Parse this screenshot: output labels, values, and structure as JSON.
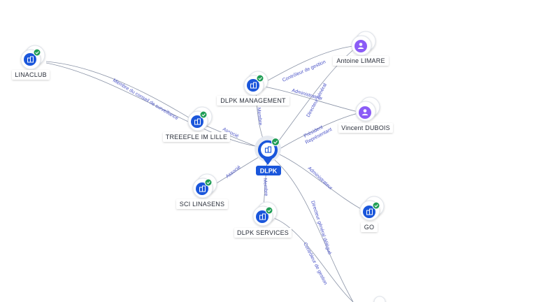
{
  "colors": {
    "edge": "#8a93a6",
    "edge_label": "#4a53c7",
    "company": "#1a56db",
    "person": "#8b5cf6",
    "check": "#1f9d55",
    "main": "#1a56db"
  },
  "nodes": {
    "main": {
      "label": "DLPK",
      "icon": "building-icon"
    },
    "linaclub": {
      "label": "LINACLUB",
      "icon": "building-icon"
    },
    "dlpk_management": {
      "label": "DLPK MANAGEMENT",
      "icon": "building-icon"
    },
    "treeefle": {
      "label": "TREEEFLE IM LILLE",
      "icon": "building-icon"
    },
    "sci_linasens": {
      "label": "SCI LINASENS",
      "icon": "building-icon"
    },
    "dlpk_services": {
      "label": "DLPK SERVICES",
      "icon": "building-icon"
    },
    "go": {
      "label": "GO",
      "icon": "building-icon"
    },
    "antoine": {
      "label": "Antoine LIMARE",
      "icon": "person-icon"
    },
    "vincent": {
      "label": "Vincent DUBOIS",
      "icon": "person-icon"
    }
  },
  "edges": {
    "linaclub_treeefle": "Membre du conseil de surveillance",
    "treeefle_main": "Associé",
    "management_main": "Membre",
    "antoine_management": "Contrôleur de gestion",
    "antoine_main": "Directeur général",
    "vincent_management": "Administrateur",
    "vincent_main_a": "Président",
    "vincent_main_b": "Représentant",
    "linasens_main": "Associé",
    "services_main": "Membre",
    "main_go": "Administrateur",
    "main_bottom": "Directeur général délégué",
    "services_bottom": "Contrôleur de gestion"
  }
}
